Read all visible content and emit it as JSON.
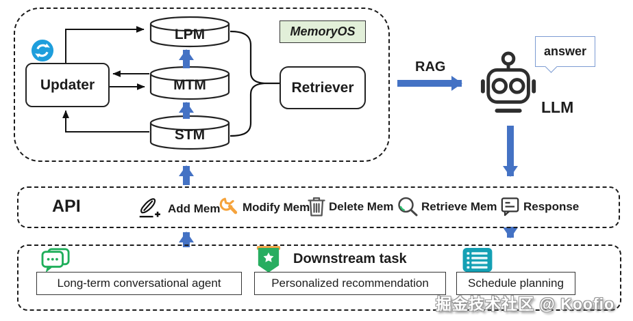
{
  "memoryos": {
    "label": "MemoryOS",
    "updater_label": "Updater",
    "retriever_label": "Retriever",
    "cylinders": [
      "LPM",
      "MTM",
      "STM"
    ]
  },
  "rag_label": "RAG",
  "llm": {
    "label": "LLM",
    "answer_label": "answer"
  },
  "api": {
    "title": "API",
    "items": [
      {
        "icon": "pencil-plus-icon",
        "label": "Add Mem"
      },
      {
        "icon": "wrench-icon",
        "label": "Modify Mem"
      },
      {
        "icon": "trash-icon",
        "label": "Delete Mem"
      },
      {
        "icon": "magnifier-icon",
        "label": "Retrieve Mem"
      },
      {
        "icon": "speech-lines-icon",
        "label": "Response"
      }
    ]
  },
  "downstream": {
    "title": "Downstream task",
    "tasks": [
      "Long-term conversational agent",
      "Personalized recommendation",
      "Schedule planning"
    ]
  },
  "watermark": "掘金技术社区 @ Koofio",
  "colors": {
    "blue": "#4472C4",
    "sync-blue": "#1E9EDC",
    "memoryos-bg": "#E2EFD9",
    "green": "#1FAE5A",
    "badge-green": "#28AD60",
    "badge-orange": "#F2A444",
    "teal": "#14A0B4",
    "wrench-orange": "#F5A33C"
  }
}
